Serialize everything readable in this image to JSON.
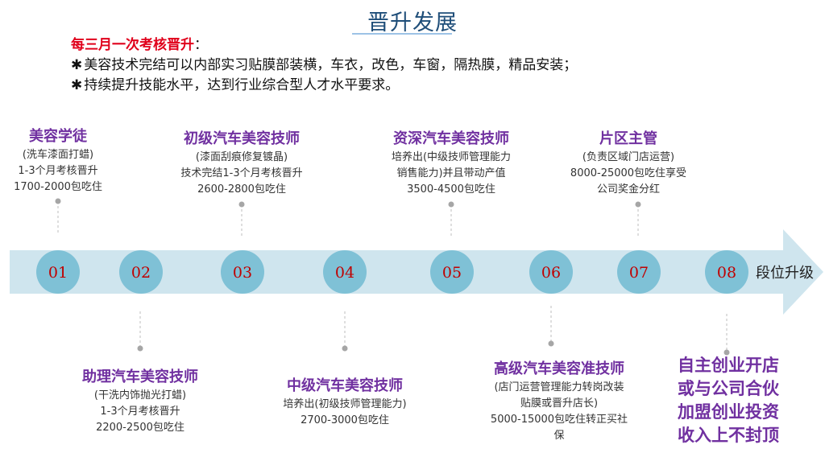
{
  "title": "晋升发展",
  "intro": {
    "headline": "每三月一次考核晋升",
    "colon": "：",
    "star": "✱",
    "bullets": [
      "美容技术完结可以内部实习贴膜部装横，车衣，改色，车窗，隔热膜，精品安装；",
      "持续提升技能水平，达到行业综合型人才水平要求。"
    ]
  },
  "timeline": {
    "arrow_label": "段位升级",
    "nodes": [
      "01",
      "02",
      "03",
      "04",
      "05",
      "06",
      "07",
      "08"
    ],
    "colors": {
      "band": "#cfe5ee",
      "node": "#7fc1d6",
      "node_text": "#c00000",
      "stage_name": "#7030a0"
    }
  },
  "stages": [
    {
      "name": "美容学徒",
      "lines": [
        "(洗车漆面打蜡)",
        "1-3个月考核晋升",
        "1700-2000包吃住"
      ]
    },
    {
      "name": "助理汽车美容技师",
      "lines": [
        "(干洗内饰抛光打蜡)",
        "1-3个月考核晋升",
        "2200-2500包吃住"
      ]
    },
    {
      "name": "初级汽车美容技师",
      "lines": [
        "(漆面刮痕修复镀晶)",
        "技术完结1-3个月考核晋升",
        "2600-2800包吃住"
      ]
    },
    {
      "name": "中级汽车美容技师",
      "lines": [
        "培养出(初级技师管理能力)",
        "2700-3000包吃住"
      ]
    },
    {
      "name": "资深汽车美容技师",
      "lines": [
        "培养出(中级技师管理能力",
        "销售能力)并且带动产值",
        "3500-4500包吃住"
      ]
    },
    {
      "name": "高级汽车美容准技师",
      "lines": [
        "(店门运营管理能力转岗改装",
        "贴膜或晋升店长)",
        "5000-15000包吃住转正买社",
        "保"
      ]
    },
    {
      "name": "片区主管",
      "lines": [
        "(负责区域门店运营)",
        "8000-25000包吃住享受",
        "公司奖金分红"
      ]
    }
  ],
  "final": {
    "lines": [
      "自主创业开店",
      "或与公司合伙",
      "加盟创业投资",
      "收入上不封顶"
    ]
  }
}
